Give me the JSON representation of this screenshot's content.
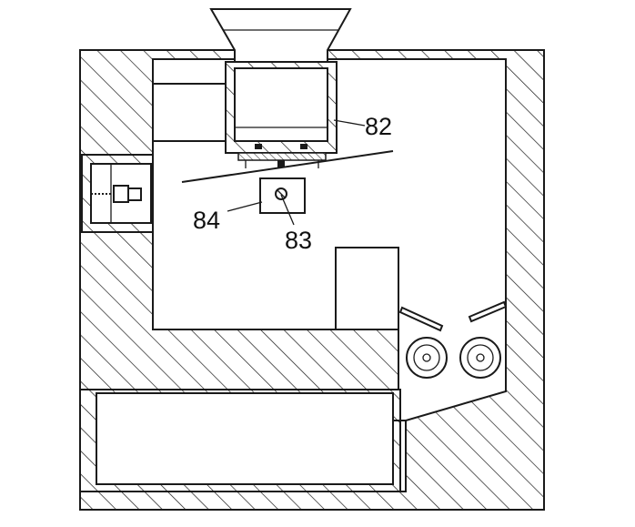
{
  "labels": {
    "l82": "82",
    "l83": "83",
    "l84": "84"
  },
  "colors": {
    "line": "#1a1a1a",
    "background": "#ffffff"
  }
}
